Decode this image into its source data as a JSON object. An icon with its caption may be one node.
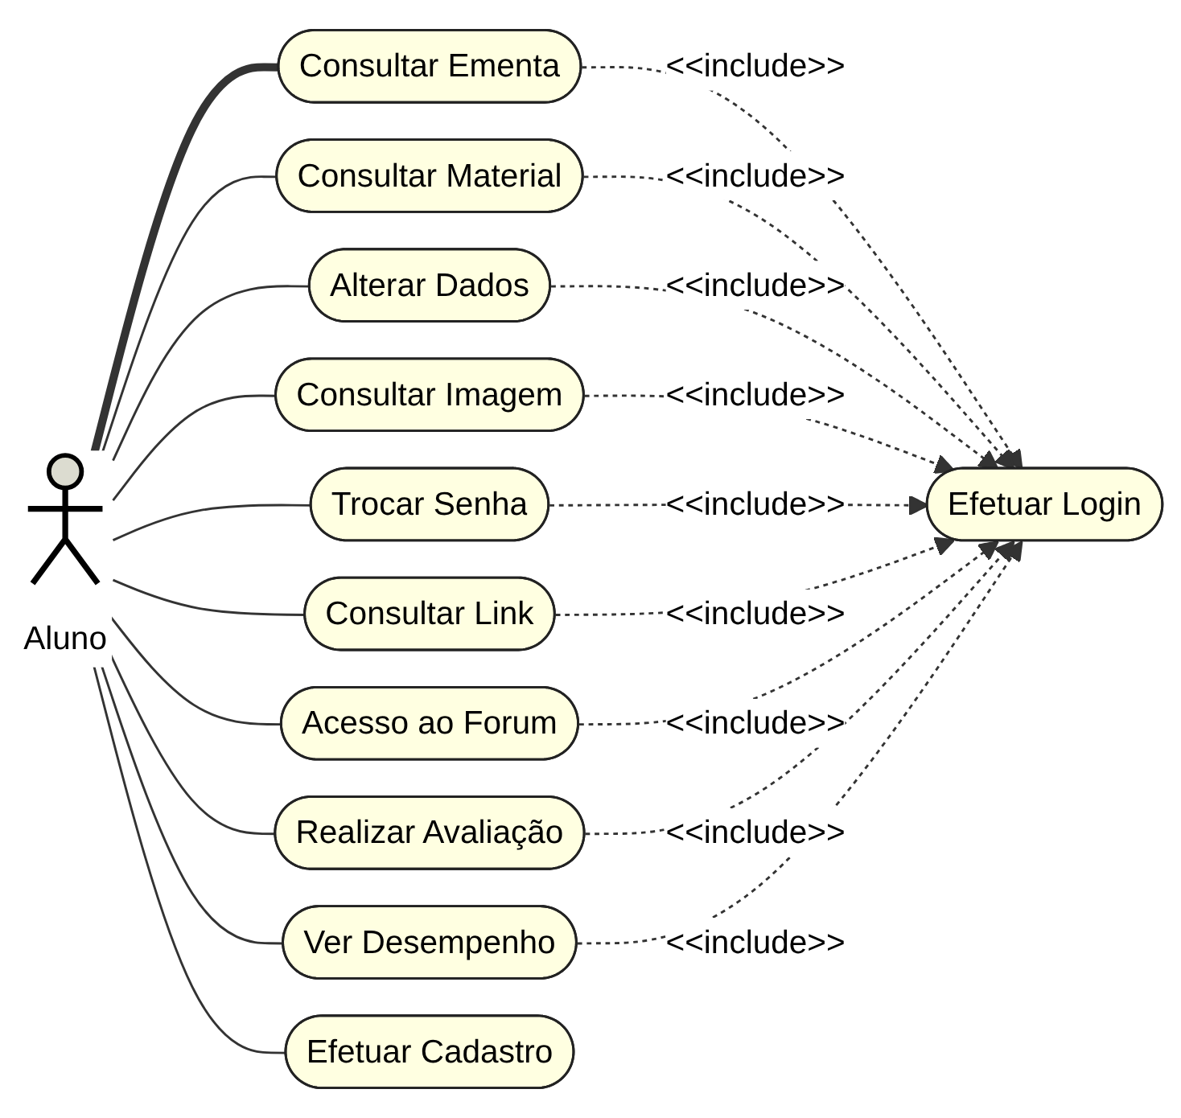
{
  "diagram": {
    "nodes": [
      {
        "text": [
          "Efetuar Login"
        ]
      },
      {
        "text": [
          "Consultar Ementa"
        ]
      },
      {
        "text": [
          "Consultar Material"
        ]
      },
      {
        "text": [
          "Alterar Dados"
        ]
      },
      {
        "text": [
          "Consultar Imagem"
        ]
      },
      {
        "text": [
          "Trocar Senha"
        ]
      },
      {
        "text": [
          "Aluno"
        ]
      },
      {
        "text": [
          "Consultar Link"
        ]
      },
      {
        "text": [
          "Acesso ao Forum"
        ]
      },
      {
        "text": [
          "Realizar Avaliação"
        ]
      },
      {
        "text": [
          "Ver Desempenho"
        ]
      },
      {
        "text": [
          "Efetuar Cadastro"
        ]
      }
    ],
    "edges": [
      {
        "from": 1,
        "to": 0,
        "arrow": "to",
        "label": "<<include>>",
        "style": "dashed"
      },
      {
        "from": 2,
        "to": 0,
        "arrow": "to",
        "label": "<<include>>",
        "style": "dashed"
      },
      {
        "from": 3,
        "to": 0,
        "arrow": "to",
        "label": "<<include>>",
        "style": "dashed"
      },
      {
        "from": 4,
        "to": 0,
        "arrow": "to",
        "label": "<<include>>",
        "style": "dashed"
      },
      {
        "from": 5,
        "to": 0,
        "arrow": "to",
        "label": "<<include>>",
        "style": "dashed"
      },
      {
        "from": 7,
        "to": 0,
        "arrow": "to",
        "label": "<<include>>",
        "style": "dashed"
      },
      {
        "from": 8,
        "to": 0,
        "arrow": "to",
        "label": "<<include>>",
        "style": "dashed"
      },
      {
        "from": 9,
        "to": 0,
        "arrow": "to",
        "label": "<<include>>",
        "style": "dashed"
      },
      {
        "from": 10,
        "to": 0,
        "arrow": "to",
        "label": "<<include>>",
        "style": "dashed"
      },
      {
        "from": 6,
        "to": 1,
        "arrow": "none",
        "style": "thick"
      },
      {
        "from": 6,
        "to": 2,
        "arrow": "none"
      },
      {
        "from": 6,
        "to": 3,
        "arrow": "none"
      },
      {
        "from": 6,
        "to": 4,
        "arrow": "none"
      },
      {
        "from": 6,
        "to": 5,
        "arrow": "none"
      },
      {
        "from": 6,
        "to": 7,
        "arrow": "none"
      },
      {
        "from": 6,
        "to": 8,
        "arrow": "none"
      },
      {
        "from": 6,
        "to": 9,
        "arrow": "none"
      },
      {
        "from": 6,
        "to": 10,
        "arrow": "none"
      },
      {
        "from": 6,
        "to": 11,
        "arrow": "none"
      }
    ]
  }
}
